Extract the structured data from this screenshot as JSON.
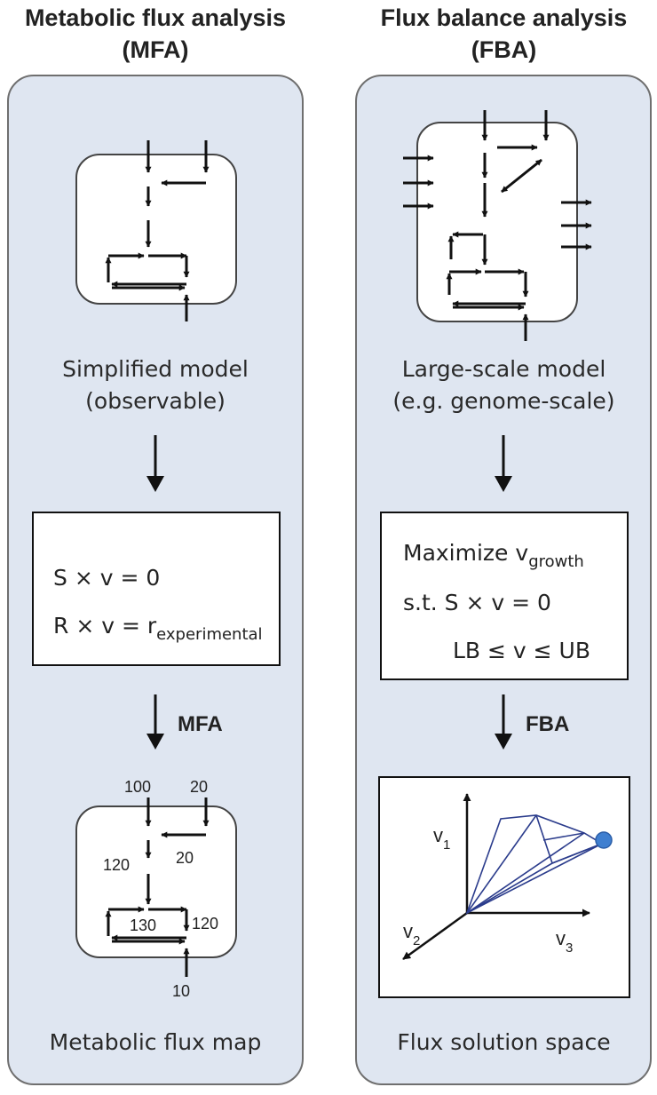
{
  "mfa": {
    "title_line1": "Metabolic flux analysis",
    "title_line2": "(MFA)",
    "model_caption_line1": "Simplified model",
    "model_caption_line2": "(observable)",
    "eq1": "S × v = 0",
    "eq2_main": "R × v = r",
    "eq2_sub": "experimental",
    "step_label": "MFA",
    "flux_values": {
      "in_left": "100",
      "in_right": "20",
      "branch": "20",
      "main": "120",
      "cycle": "130",
      "right": "120",
      "bottom": "10"
    },
    "result_caption": "Metabolic flux map"
  },
  "fba": {
    "title_line1": "Flux balance analysis",
    "title_line2": "(FBA)",
    "model_caption_line1": "Large-scale model",
    "model_caption_line2": "(e.g. genome-scale)",
    "eq1_main": "Maximize v",
    "eq1_sub": "growth",
    "eq2": "s.t. S × v = 0",
    "eq3": "LB ≤ v ≤ UB",
    "step_label": "FBA",
    "axes": {
      "v1": "v",
      "v1_sub": "1",
      "v2": "v",
      "v2_sub": "2",
      "v3": "v",
      "v3_sub": "3"
    },
    "result_caption": "Flux solution space"
  },
  "colors": {
    "panel_fill": "#dfe6f1",
    "panel_border": "#6f6f6f",
    "polytope": "#2b3c8c",
    "optimum": "#3f7fd0"
  }
}
